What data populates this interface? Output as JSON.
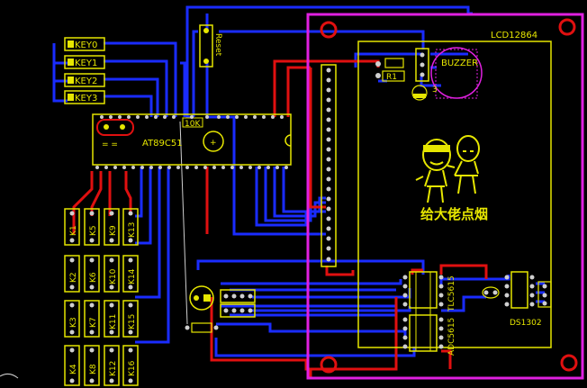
{
  "board": {
    "silk_color": "#e6e600",
    "top_trace_color": "#e01010",
    "bottom_trace_color": "#1a2cff",
    "keepout_color": "#e020e0",
    "background": "#000000"
  },
  "labels": {
    "key0": "KEY0",
    "key1": "KEY1",
    "key2": "KEY2",
    "key3": "KEY3",
    "reset": "Reset",
    "mcu": "AT89C51",
    "r10k": "10K",
    "lcd": "LCD12864",
    "buzzer": "BUZZER",
    "r1": "R1",
    "q3": "3",
    "slogan": "给大佬点烟",
    "adc": "ADC5615",
    "tlc": "TLC5615",
    "rtc": "DS1302",
    "k1": "K1",
    "k2": "K2",
    "k3": "K3",
    "k4": "K4",
    "k5": "K5",
    "k6": "K6",
    "k7": "K7",
    "k8": "K8",
    "k9": "K9",
    "k10": "K10",
    "k11": "K11",
    "k12": "K12",
    "k13": "K13",
    "k14": "K14",
    "k15": "K15",
    "k16": "K16"
  }
}
